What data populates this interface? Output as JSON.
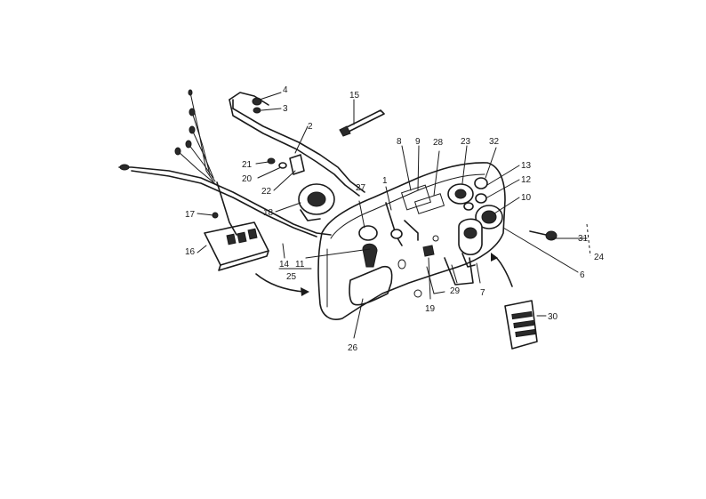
{
  "diagram": {
    "background": "#ffffff",
    "line_color": "#1a1a1a",
    "callouts": {
      "p1": "1",
      "p2": "2",
      "p3": "3",
      "p4": "4",
      "p6": "6",
      "p7": "7",
      "p8": "8",
      "p9": "9",
      "p10": "10",
      "p11": "11",
      "p12": "12",
      "p13": "13",
      "p14": "14",
      "p15": "15",
      "p16": "16",
      "p17": "17",
      "p18": "18",
      "p19": "19",
      "p20": "20",
      "p21": "21",
      "p22": "22",
      "p23": "23",
      "p24": "24",
      "p25": "25",
      "p26": "26",
      "p27": "27",
      "p28": "28",
      "p29": "29",
      "p30": "30",
      "p31": "31",
      "p32": "32"
    }
  }
}
